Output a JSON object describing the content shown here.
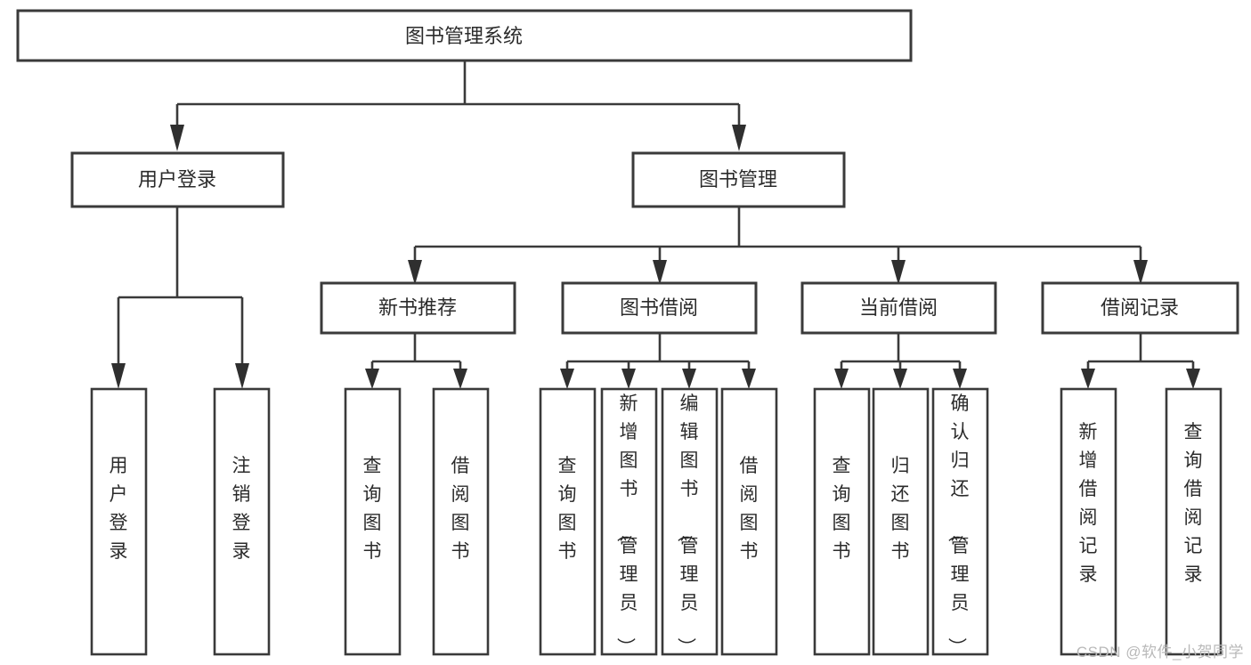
{
  "diagram": {
    "type": "tree-hierarchy-chart",
    "title": "图书管理系统",
    "watermark": "CSDN @软件_小贺同学",
    "colors": {
      "background": "#ffffff",
      "stroke": "#3a3a3a",
      "text": "#2b2b2b",
      "watermark": "#b9b9b9"
    },
    "levels": {
      "root": {
        "label": "图书管理系统"
      },
      "level2": [
        {
          "id": "user-login",
          "label": "用户登录"
        },
        {
          "id": "book-management",
          "label": "图书管理"
        }
      ],
      "level3": [
        {
          "id": "new-book-recommend",
          "label": "新书推荐",
          "parent": "book-management"
        },
        {
          "id": "book-borrow",
          "label": "图书借阅",
          "parent": "book-management"
        },
        {
          "id": "current-borrow",
          "label": "当前借阅",
          "parent": "book-management"
        },
        {
          "id": "borrow-record",
          "label": "借阅记录",
          "parent": "book-management"
        }
      ],
      "leaves": [
        {
          "id": "leaf-user-login",
          "label": "用户登录",
          "parent": "user-login"
        },
        {
          "id": "leaf-logout-login",
          "label": "注销登录",
          "parent": "user-login"
        },
        {
          "id": "leaf-query-book-1",
          "label": "查询图书",
          "parent": "new-book-recommend"
        },
        {
          "id": "leaf-borrow-book-1",
          "label": "借阅图书",
          "parent": "new-book-recommend"
        },
        {
          "id": "leaf-query-book-2",
          "label": "查询图书",
          "parent": "book-borrow"
        },
        {
          "id": "leaf-add-book",
          "label": "新增图书（管理员）",
          "parent": "book-borrow"
        },
        {
          "id": "leaf-edit-book",
          "label": "编辑图书（管理员）",
          "parent": "book-borrow"
        },
        {
          "id": "leaf-borrow-book-2",
          "label": "借阅图书",
          "parent": "book-borrow"
        },
        {
          "id": "leaf-query-book-3",
          "label": "查询图书",
          "parent": "current-borrow"
        },
        {
          "id": "leaf-return-book",
          "label": "归还图书",
          "parent": "current-borrow"
        },
        {
          "id": "leaf-confirm-return",
          "label": "确认归还（管理员）",
          "parent": "current-borrow"
        },
        {
          "id": "leaf-add-record",
          "label": "新增借阅记录",
          "parent": "borrow-record"
        },
        {
          "id": "leaf-query-record",
          "label": "查询借阅记录",
          "parent": "borrow-record"
        }
      ]
    }
  }
}
